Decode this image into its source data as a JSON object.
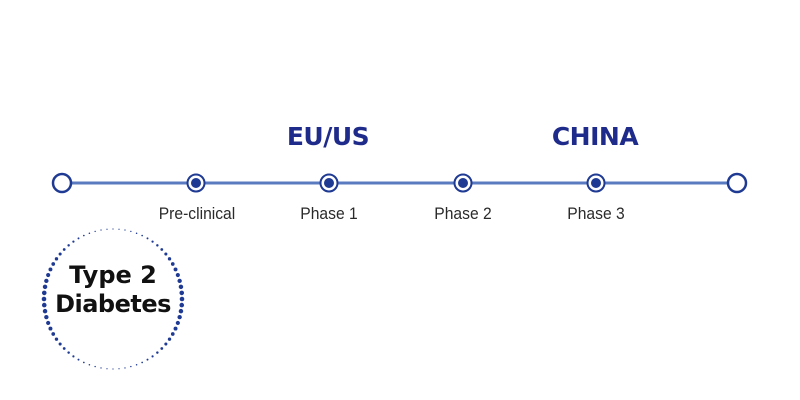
{
  "regions": [
    {
      "label": "EU/US"
    },
    {
      "label": "CHINA"
    }
  ],
  "stages": [
    {
      "label": "Pre-clinical"
    },
    {
      "label": "Phase 1"
    },
    {
      "label": "Phase 2"
    },
    {
      "label": "Phase 3"
    }
  ],
  "badge": {
    "line1": "Type 2",
    "line2": "Diabetes"
  },
  "colors": {
    "line": "#5a7bbf",
    "node_fill": "#1f3a93",
    "node_ring": "#1f3a93",
    "heading": "#1f2b8a",
    "badge_dots": "#1f3a93"
  }
}
